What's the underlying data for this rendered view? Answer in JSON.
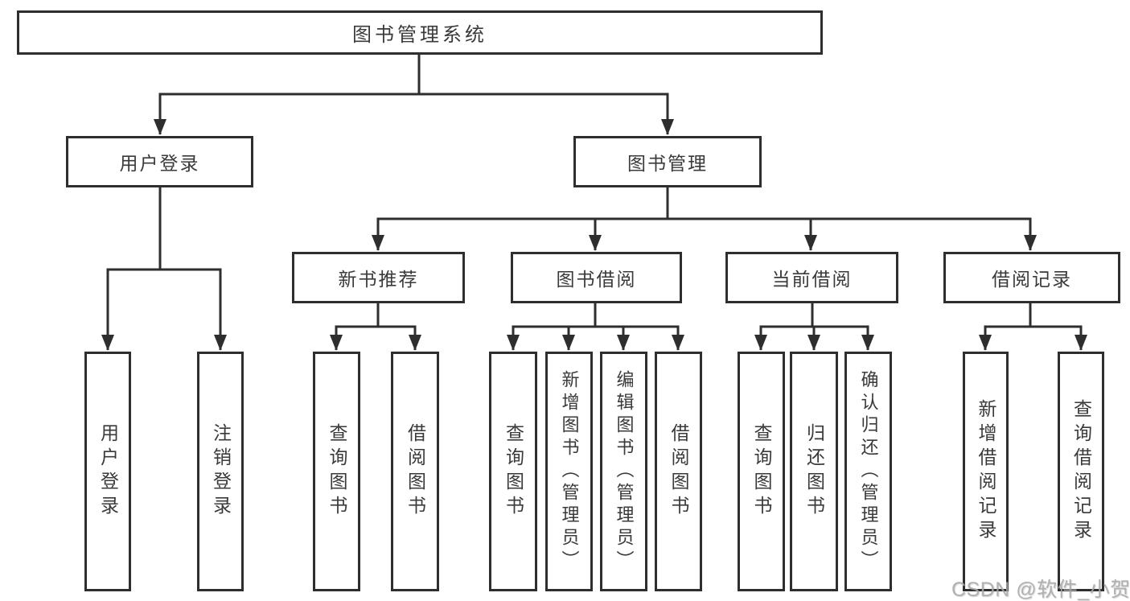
{
  "diagram": {
    "title": "图书管理系统",
    "tree": {
      "label": "图书管理系统",
      "children": [
        {
          "label": "用户登录",
          "children": [
            {
              "label": "用户登录"
            },
            {
              "label": "注销登录"
            }
          ]
        },
        {
          "label": "图书管理",
          "children": [
            {
              "label": "新书推荐",
              "children": [
                {
                  "label": "查询图书"
                },
                {
                  "label": "借阅图书"
                }
              ]
            },
            {
              "label": "图书借阅",
              "children": [
                {
                  "label": "查询图书"
                },
                {
                  "label": "新增图书（管理员）"
                },
                {
                  "label": "编辑图书（管理员）"
                },
                {
                  "label": "借阅图书"
                }
              ]
            },
            {
              "label": "当前借阅",
              "children": [
                {
                  "label": "查询图书"
                },
                {
                  "label": "归还图书"
                },
                {
                  "label": "确认归还（管理员）"
                }
              ]
            },
            {
              "label": "借阅记录",
              "children": [
                {
                  "label": "新增借阅记录"
                },
                {
                  "label": "查询借阅记录"
                }
              ]
            }
          ]
        }
      ]
    }
  },
  "watermark": {
    "text": "CSDN @软件_小贺同学",
    "color": "#a9a9a9"
  },
  "colors": {
    "line": "#2e2e2e",
    "box_border": "#2e2e2e",
    "box_background": "#ffffff",
    "text": "#3a3a3a",
    "page_background": "#ffffff"
  }
}
